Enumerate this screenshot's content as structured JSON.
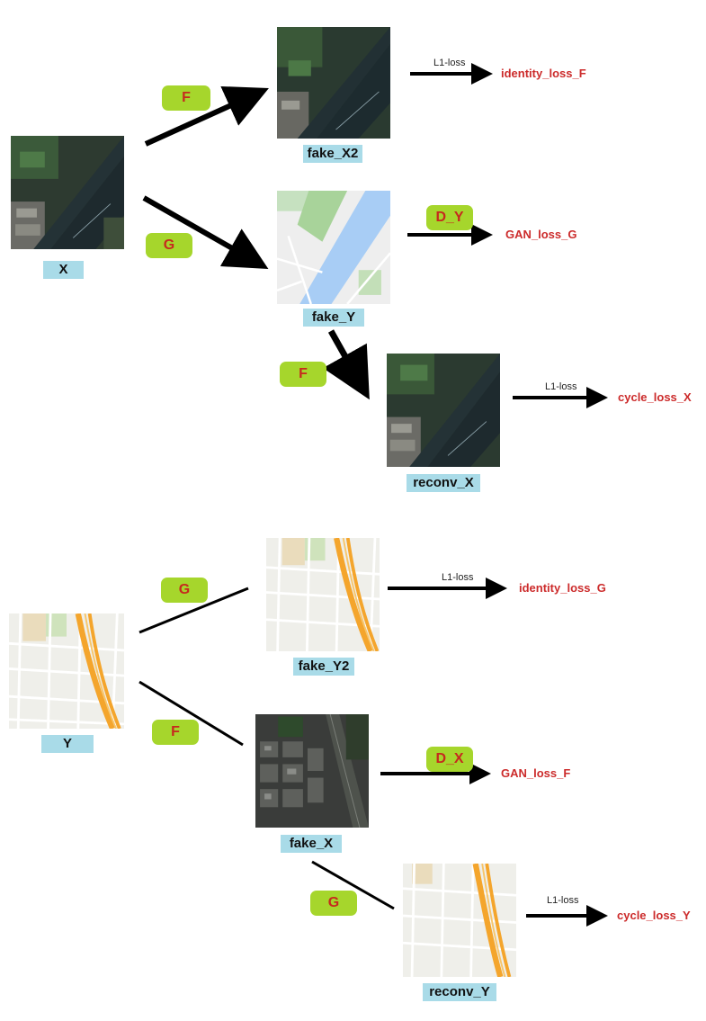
{
  "captions": {
    "x": "X",
    "fake_x2": "fake_X2",
    "fake_y": "fake_Y",
    "reconv_x": "reconv_X",
    "y": "Y",
    "fake_y2": "fake_Y2",
    "fake_x": "fake_X",
    "reconv_y": "reconv_Y"
  },
  "functions": {
    "f_top": "F",
    "g_top": "G",
    "d_y": "D_Y",
    "f_recon": "F",
    "g_bottom": "G",
    "f_bottom": "F",
    "d_x": "D_X",
    "g_recon": "G"
  },
  "labels": {
    "l1_a": "L1-loss",
    "l1_b": "L1-loss",
    "l1_c": "L1-loss",
    "l1_d": "L1-loss"
  },
  "losses": {
    "identity_loss_f": "identity_loss_F",
    "gan_loss_g": "GAN_loss_G",
    "cycle_loss_x": "cycle_loss_X",
    "identity_loss_g": "identity_loss_G",
    "gan_loss_f": "GAN_loss_F",
    "cycle_loss_y": "cycle_loss_Y"
  },
  "colors": {
    "caption_bg": "#a9dbe8",
    "function_bg": "#a6d62c",
    "function_text": "#c62a1e",
    "loss_text": "#cc2b2b",
    "arrow": "#000000"
  }
}
